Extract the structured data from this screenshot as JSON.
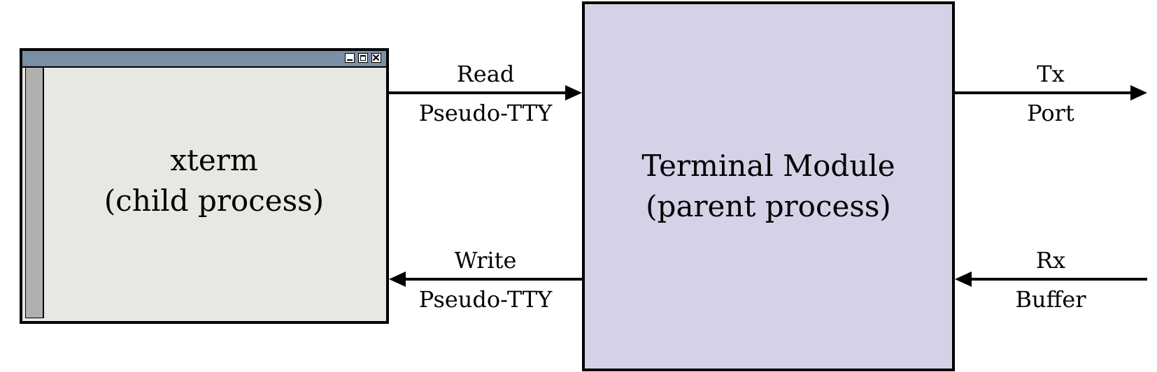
{
  "xterm": {
    "title_line": "xterm",
    "subtitle_line": "(child process)",
    "window_buttons": [
      "minimize-icon",
      "maximize-icon",
      "close-icon"
    ]
  },
  "module": {
    "title_line": "Terminal Module",
    "subtitle_line": "(parent process)"
  },
  "arrows": {
    "read": {
      "top": "Read",
      "bottom": "Pseudo-TTY"
    },
    "write": {
      "top": "Write",
      "bottom": "Pseudo-TTY"
    },
    "tx": {
      "top": "Tx",
      "bottom": "Port"
    },
    "rx": {
      "top": "Rx",
      "bottom": "Buffer"
    }
  },
  "colors": {
    "titlebar": "#7a8fa6",
    "window_body": "#e9e7e3",
    "scrollbar": "#b0b0b0",
    "module_fill": "#d4d2e7"
  }
}
